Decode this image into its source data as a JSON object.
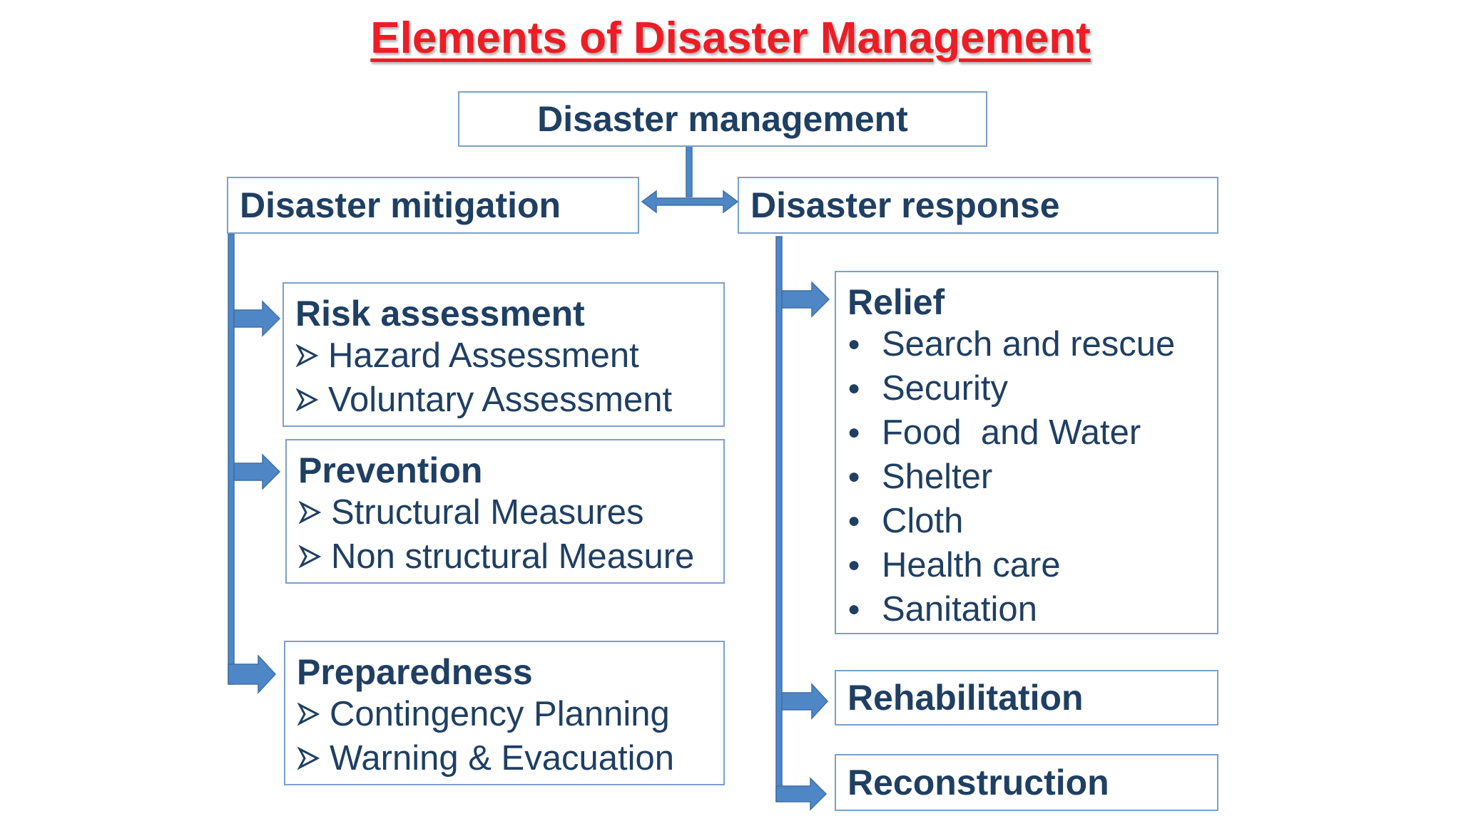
{
  "title": "Elements of Disaster Management",
  "colors": {
    "title": "#ee1c24",
    "text": "#1f3f63",
    "box_border": "#7ba0c9",
    "arrow_fill": "#4f87c6",
    "arrow_stroke": "#3e6fa6"
  },
  "root": {
    "label": "Disaster management"
  },
  "mitigation": {
    "label": "Disaster mitigation",
    "groups": [
      {
        "label": "Risk assessment",
        "items": [
          "Hazard Assessment",
          "Voluntary Assessment"
        ]
      },
      {
        "label": "Prevention",
        "items": [
          "Structural Measures",
          "Non structural Measure"
        ]
      },
      {
        "label": "Preparedness",
        "items": [
          "Contingency Planning",
          "Warning & Evacuation"
        ]
      }
    ]
  },
  "response": {
    "label": "Disaster response",
    "relief": {
      "label": "Relief",
      "items": [
        "Search and rescue",
        "Security",
        "Food  and Water",
        "Shelter",
        "Cloth",
        "Health care",
        "Sanitation"
      ]
    },
    "rehabilitation": {
      "label": "Rehabilitation"
    },
    "reconstruction": {
      "label": "Reconstruction"
    }
  }
}
